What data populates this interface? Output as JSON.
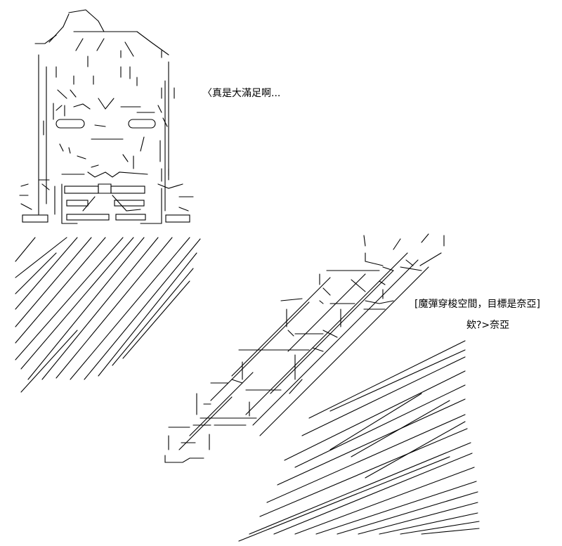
{
  "colors": {
    "background": "#ffffff",
    "ink": "#000000"
  },
  "dialogue": {
    "line1": "〈真是大滿足啊...",
    "line2": "[魔彈穿梭空間，目標是奈亞]",
    "line3": "欸?>奈亞"
  }
}
